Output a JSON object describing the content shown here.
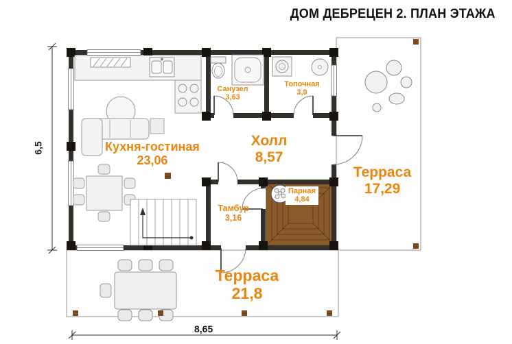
{
  "title": "ДОМ ДЕБРЕЦЕН 2. ПЛАН ЭТАЖА",
  "rooms": {
    "kitchen": {
      "name": "Кухня-гостиная",
      "area": "23,06"
    },
    "hall": {
      "name": "Холл",
      "area": "8,57"
    },
    "bathroom": {
      "name": "Санузел",
      "area": "3,63"
    },
    "boiler": {
      "name": "Топочная",
      "area": "3,9"
    },
    "steam": {
      "name": "Парная",
      "area": "4,84"
    },
    "tambour": {
      "name": "Тамбур",
      "area": "3,16"
    },
    "terrace_right": {
      "name": "Терраса",
      "area": "17,29"
    },
    "terrace_bottom": {
      "name": "Терраса",
      "area": "21,8"
    }
  },
  "dimensions": {
    "height": "6,5",
    "width": "8,65"
  },
  "colors": {
    "label_orange": "#e8860d",
    "wall_dark": "#332f2b",
    "post_dark": "#17140f",
    "wood_brown": "#8a5a2b"
  }
}
